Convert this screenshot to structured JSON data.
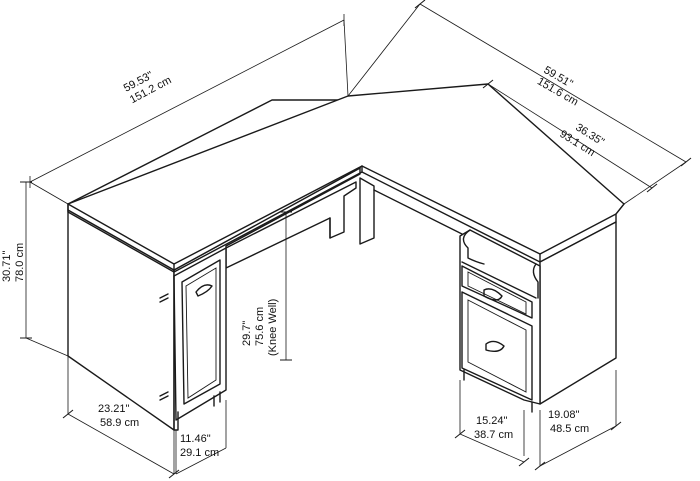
{
  "dimensions": {
    "left_width": {
      "imperial": "59.53\"",
      "metric": "151.2 cm"
    },
    "right_depth": {
      "imperial": "59.51\"",
      "metric": "151.6 cm"
    },
    "return_length": {
      "imperial": "36.35\"",
      "metric": "93.1 cm"
    },
    "height": {
      "imperial": "30.71\"",
      "metric": "78.0 cm"
    },
    "knee_well": {
      "imperial": "29.7\"",
      "metric": "75.6 cm",
      "note": "(Knee Well)"
    },
    "left_depth": {
      "imperial": "23.21\"",
      "metric": "58.9 cm"
    },
    "pedestal_width": {
      "imperial": "11.46\"",
      "metric": "29.1 cm"
    },
    "cabinet_width": {
      "imperial": "15.24\"",
      "metric": "38.7 cm"
    },
    "return_depth": {
      "imperial": "19.08\"",
      "metric": "48.5 cm"
    }
  }
}
